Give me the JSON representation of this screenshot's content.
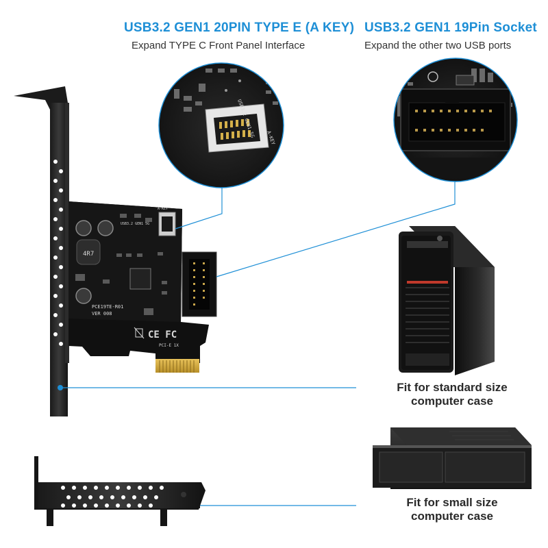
{
  "header": {
    "left_title": "USB3.2 GEN1 20PIN TYPE E (A KEY)",
    "left_subtitle": "Expand TYPE C Front Panel Interface",
    "right_title": "USB3.2 GEN1 19Pin Socket",
    "right_subtitle": "Expand the other two USB ports"
  },
  "board": {
    "model": "PCE19TE-R01",
    "version": "VER 008",
    "interface": "PCI-E 1X",
    "akey": "A-KEY",
    "usb_label": "USB3.2 GEN1 5G",
    "inductor": "4R7",
    "cert": "CE FC"
  },
  "zoom_left": {
    "label": "USB3.2 GEN1 5G",
    "akey": "A-KEY"
  },
  "captions": {
    "standard": [
      "Fit for standard size",
      "computer case"
    ],
    "small": [
      "Fit for small size",
      "computer case"
    ]
  },
  "colors": {
    "accent": "#1e8fd6",
    "board": "#121212",
    "gold": "#d4a83a"
  }
}
